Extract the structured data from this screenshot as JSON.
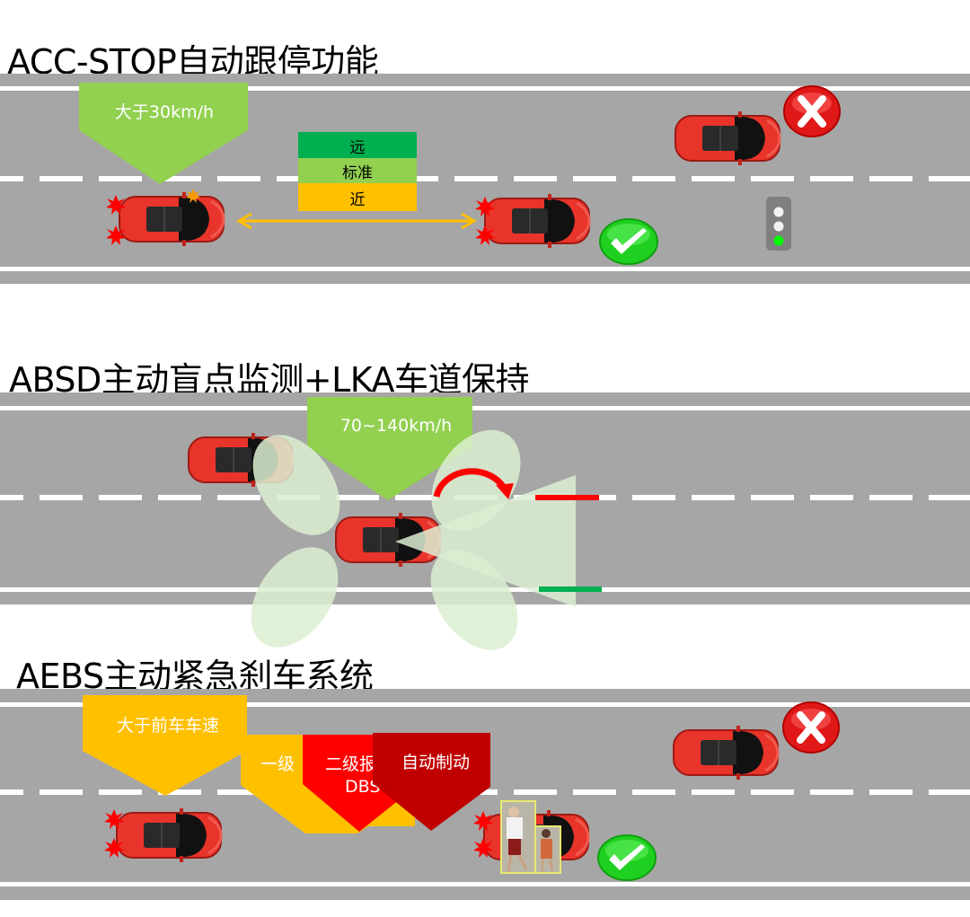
{
  "sections": [
    {
      "title": "ACC-STOP自动跟停功能",
      "speed_callout": "大于30km/h",
      "distance_levels": [
        {
          "label": "远",
          "color": "#00b050"
        },
        {
          "label": "标准",
          "color": "#92d050"
        },
        {
          "label": "近",
          "color": "#ffc000"
        }
      ],
      "status_icons": [
        "cross-icon",
        "check-icon"
      ],
      "traffic_light_active": "green"
    },
    {
      "title": "ABSD主动盲点监测+LKA车道保持",
      "speed_callout": "70~140km/h",
      "lane_markers": [
        {
          "meaning": "lane-departure-warning",
          "color": "#ff0000"
        },
        {
          "meaning": "lane-ok",
          "color": "#00b050"
        }
      ]
    },
    {
      "title": "AEBS主动紧急刹车系统",
      "stages": [
        {
          "label": "大于前车车速",
          "color": "#ffc000"
        },
        {
          "label": "一级",
          "color": "#ffc000"
        },
        {
          "label": "二级报警",
          "sublabel": "DBS",
          "color": "#ff0000"
        },
        {
          "label": "自动制动",
          "color": "#c00000"
        }
      ],
      "status_icons": [
        "cross-icon",
        "check-icon"
      ]
    }
  ],
  "colors": {
    "road": "#a6a6a6",
    "callout_green": "#92d050",
    "arrow_orange": "#ffc000",
    "car_red": "#e8342a"
  }
}
